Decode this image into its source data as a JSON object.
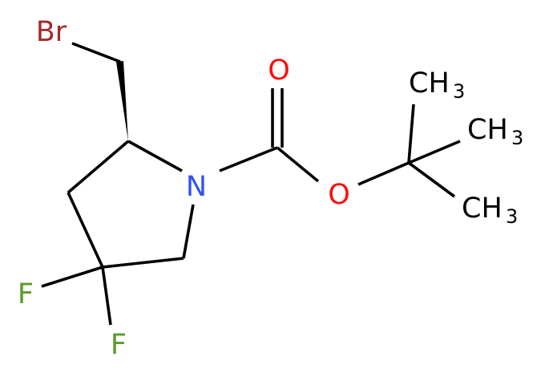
{
  "colors": {
    "bond": "#000000",
    "Br": "#A52A2A",
    "N": "#3050F8",
    "O": "#FF0D0D",
    "F": "#5B9A2D",
    "C": "#000000",
    "background": "#FFFFFF"
  },
  "atoms": {
    "br": {
      "text": "Br"
    },
    "n": {
      "text": "N"
    },
    "o_carbonyl": {
      "text": "O"
    },
    "o_ester": {
      "text": "O"
    },
    "f1": {
      "text": "F"
    },
    "f2": {
      "text": "F"
    },
    "ch3_top": {
      "main": "CH",
      "sub": "3"
    },
    "ch3_mid": {
      "main": "CH",
      "sub": "3"
    },
    "ch3_bot": {
      "main": "CH",
      "sub": "3"
    }
  }
}
